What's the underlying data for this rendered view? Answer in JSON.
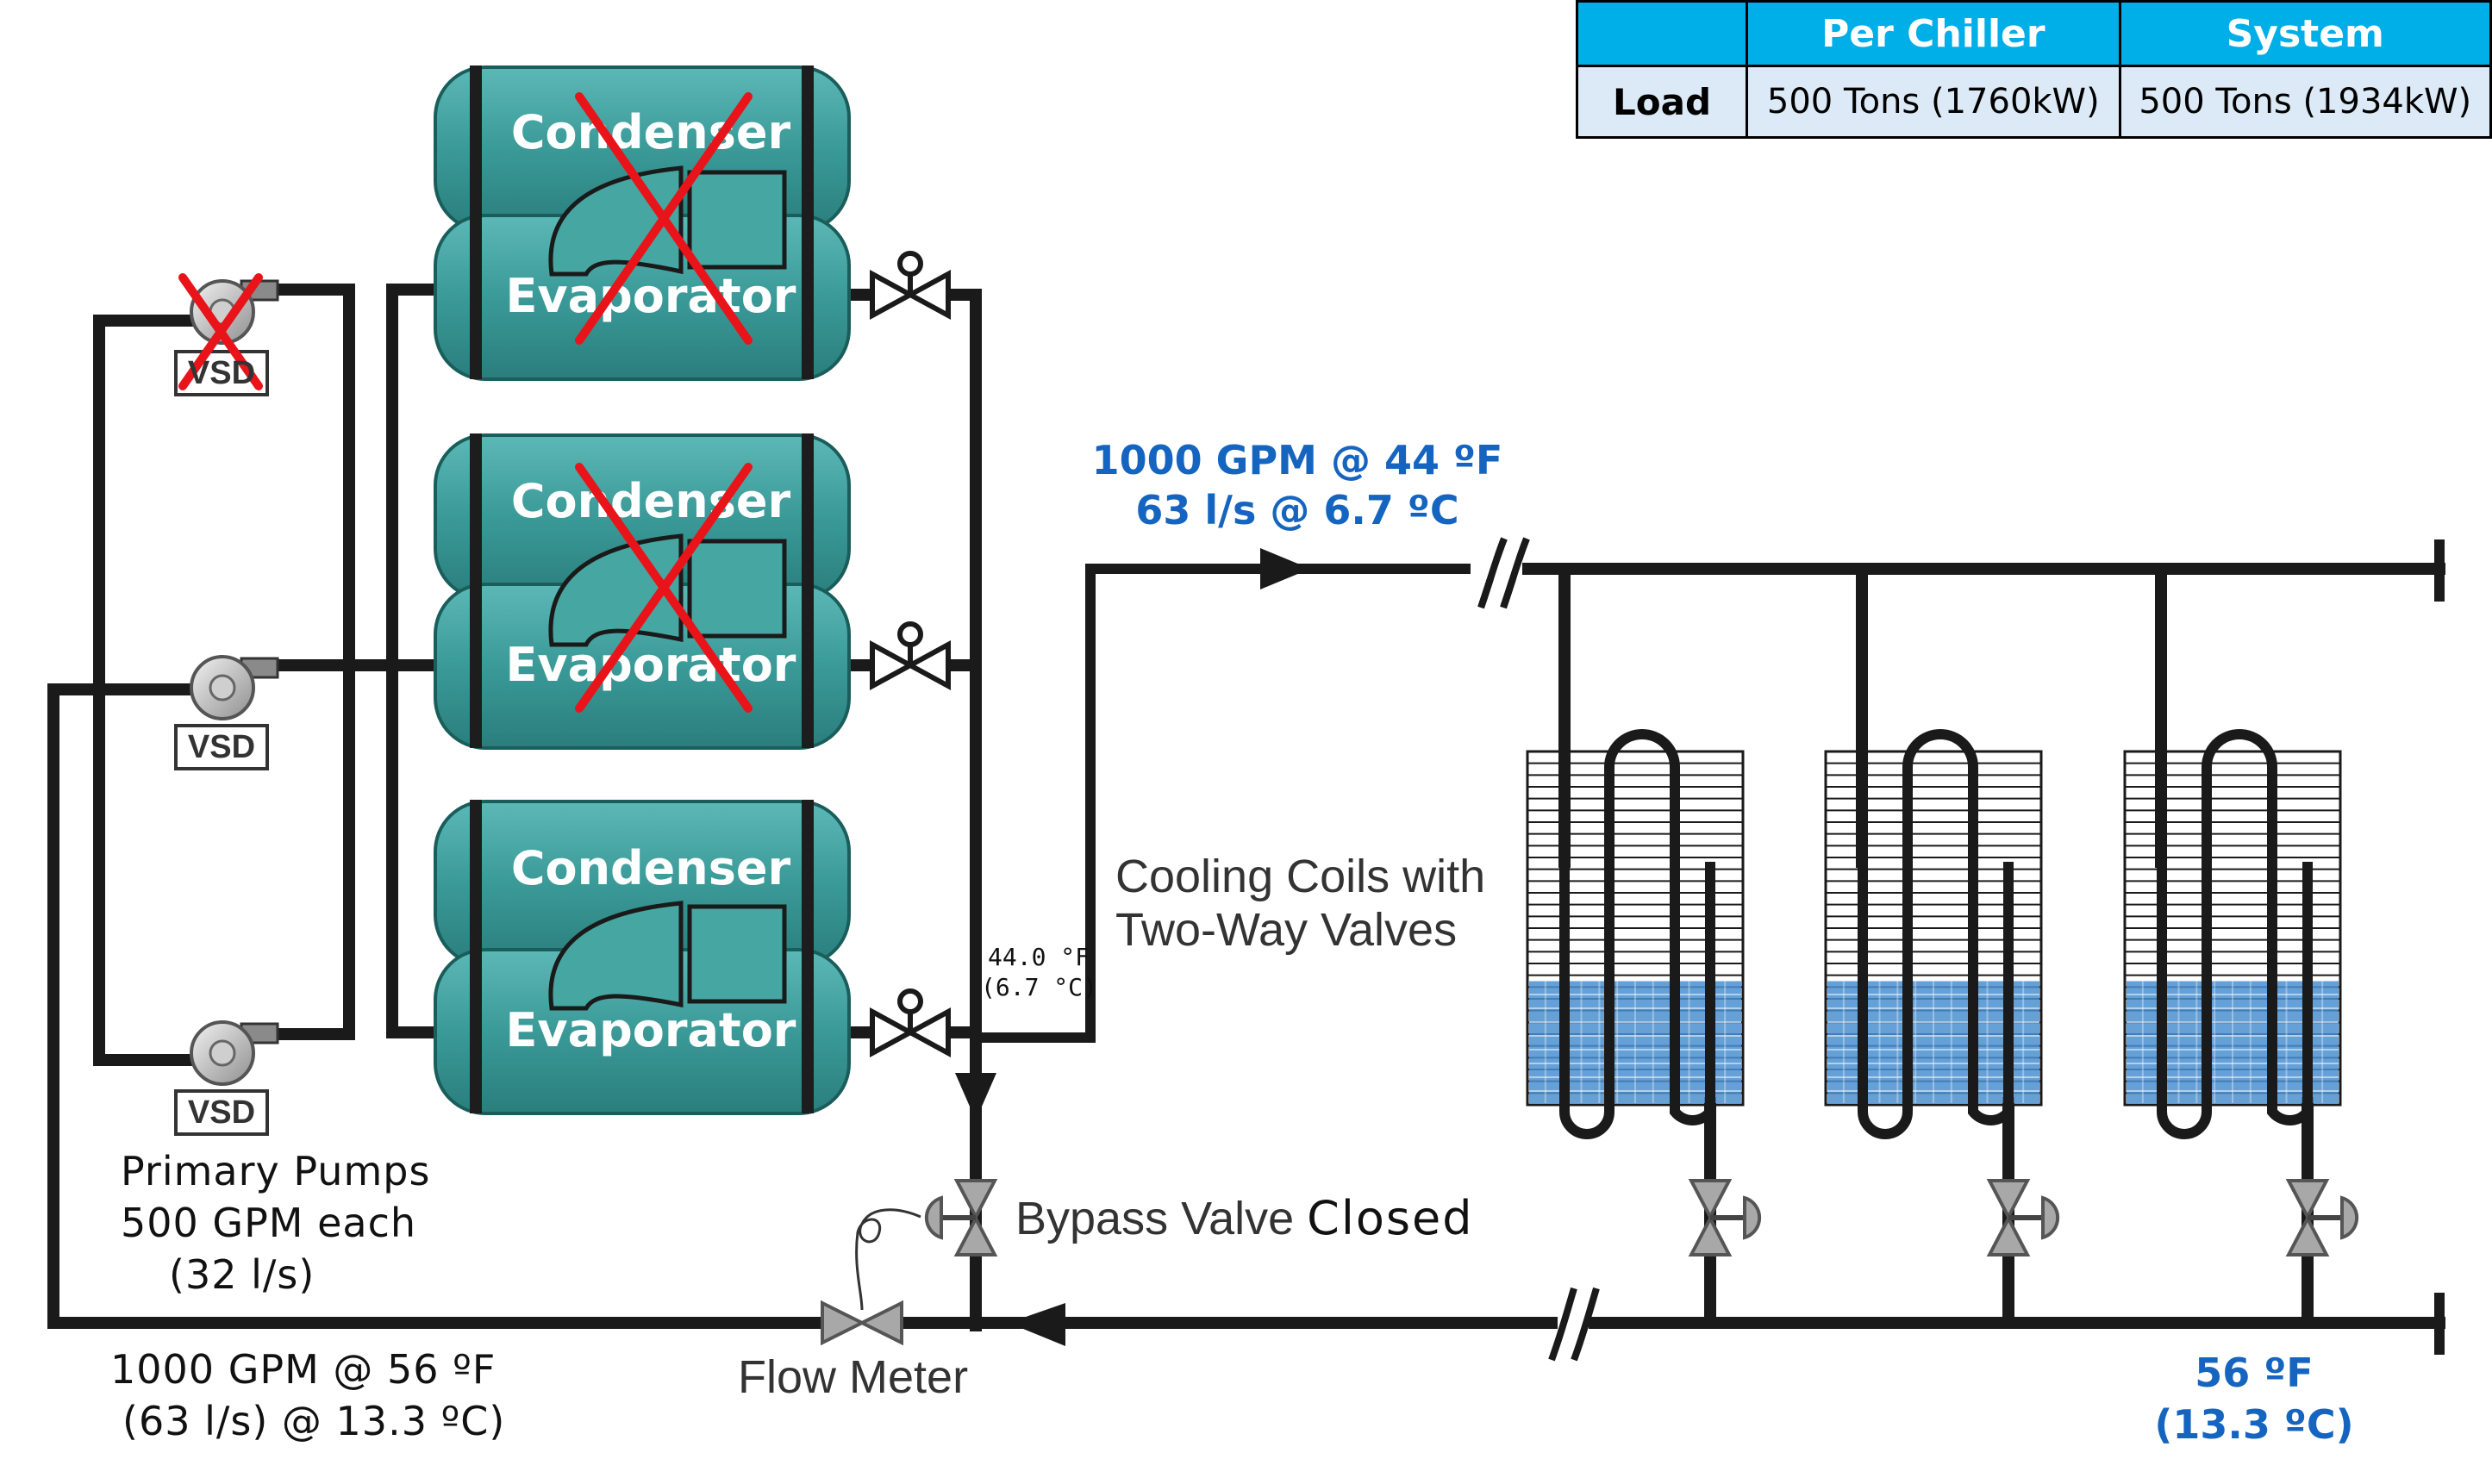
{
  "table": {
    "headers": [
      "",
      "Per Chiller",
      "System"
    ],
    "row_label": "Load",
    "per_chiller": "500 Tons (1760kW)",
    "system": "500 Tons (1934kW)"
  },
  "chillers": {
    "condenser_label": "Condenser",
    "evaporator_label": "Evaporator"
  },
  "pump_badge": "VSD",
  "supply_flow": {
    "line1": "1000 GPM @ 44 ºF",
    "line2": "63 l/s @ 6.7 ºC"
  },
  "chiller_outlet_temp": {
    "line1": "44.0 °F",
    "line2": "(6.7 °C)"
  },
  "cooling_coils_label": {
    "line1": "Cooling Coils with",
    "line2": "Two-Way Valves"
  },
  "bypass_label": {
    "prefix": "Bypass Valve",
    "state": "Closed"
  },
  "primary_pumps_label": {
    "line1": "Primary Pumps",
    "line2": "500 GPM each",
    "line3": "(32 l/s)"
  },
  "return_flow": {
    "line1": "1000 GPM @ 56 ºF",
    "line2": "(63 l/s) @ 13.3 ºC)"
  },
  "flow_meter_label": "Flow Meter",
  "coil_return_temp": {
    "line1": "56 ºF",
    "line2": "(13.3 ºC)"
  },
  "colors": {
    "pipe": "#1a1a1a",
    "shell": "#3a9a98",
    "table_header": "#00aee8",
    "table_cell": "#dbeaf6",
    "callout_blue": "#1565c0",
    "coil_fill": "#4a8fd0",
    "disabled_cross": "#e8141a"
  },
  "chiller_states": [
    "off",
    "off",
    "on"
  ],
  "pump_states": [
    "off",
    "on",
    "on"
  ]
}
